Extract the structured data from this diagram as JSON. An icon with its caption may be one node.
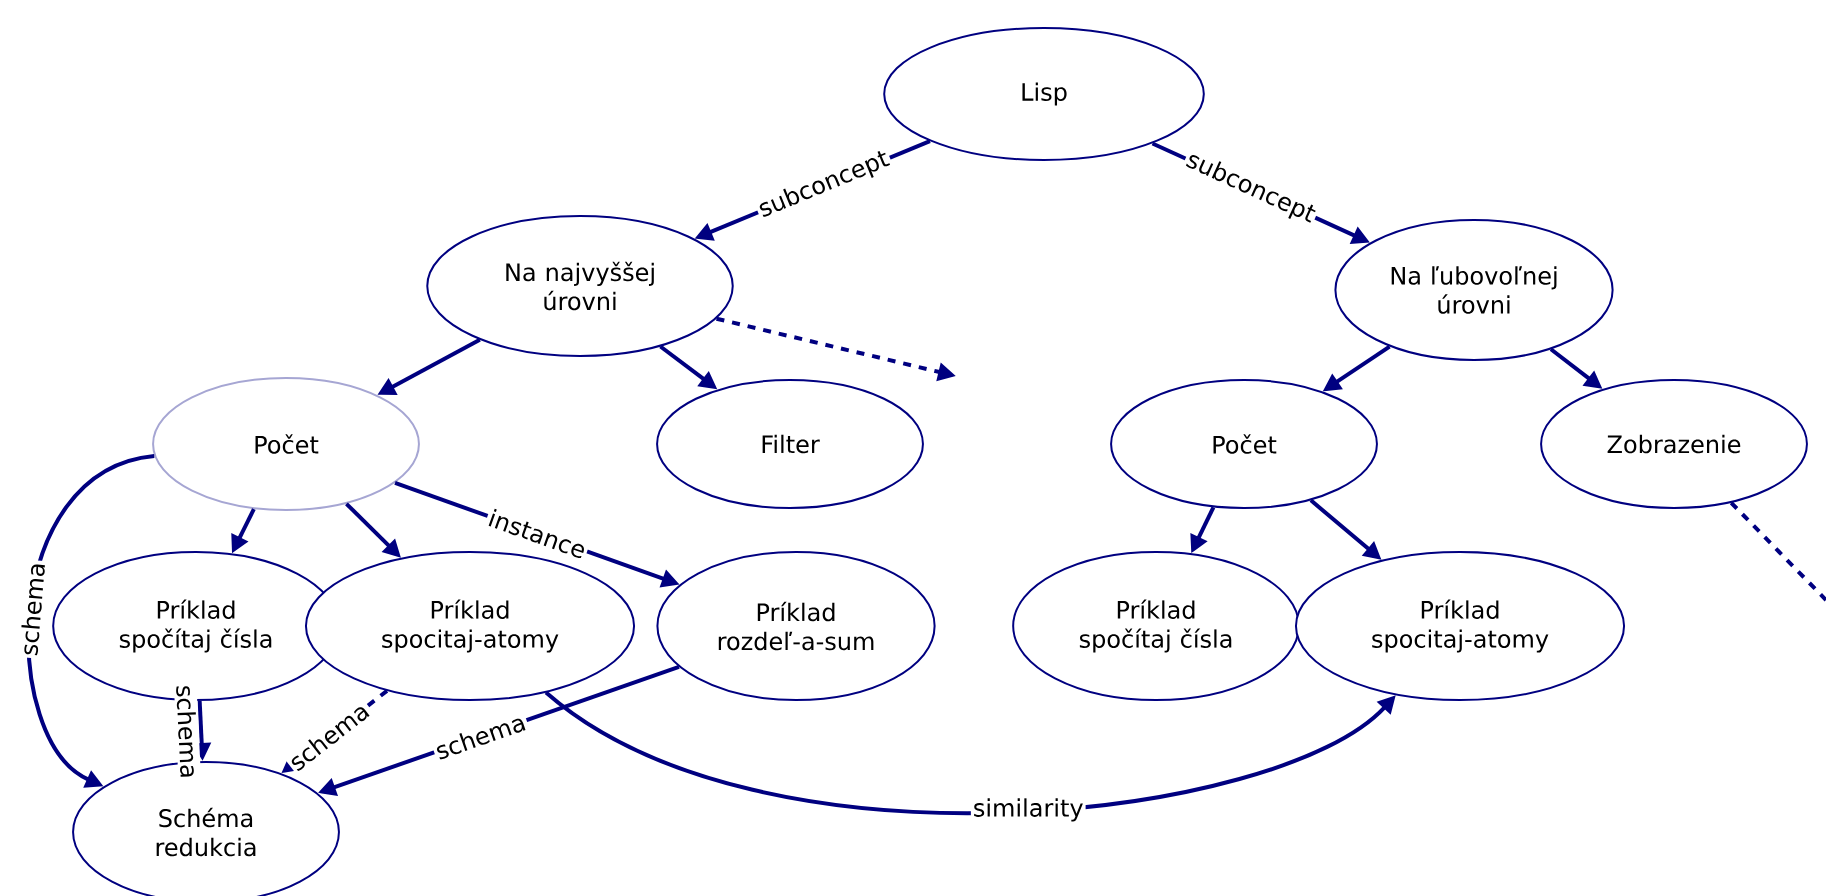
{
  "diagram": {
    "nodes": [
      {
        "text": [
          "Lisp"
        ]
      },
      {
        "text": [
          "Na najvyššej úrovni"
        ]
      },
      {
        "text": [
          "Na ľubovoľnej úrovni"
        ]
      },
      {
        "text": [
          "Počet"
        ]
      },
      {
        "text": [
          "Filter"
        ]
      },
      {
        "text": [
          "Počet"
        ]
      },
      {
        "text": [
          "Zobrazenie"
        ]
      },
      {
        "text": [
          "Príklad spočítaj čísla"
        ]
      },
      {
        "text": [
          "Príklad spocitaj-atomy"
        ]
      },
      {
        "text": [
          "Príklad rozdeľ-a-sum"
        ]
      },
      {
        "text": [
          "Príklad spočítaj čísla"
        ]
      },
      {
        "text": [
          "Príklad spocitaj-atomy"
        ]
      },
      {
        "text": [
          "Schéma redukcia"
        ]
      }
    ],
    "edges": [
      {
        "from": 0,
        "to": 1,
        "arrow": "to",
        "label": "subconcept"
      },
      {
        "from": 0,
        "to": 2,
        "arrow": "to",
        "label": "subconcept"
      },
      {
        "from": 1,
        "to": 3,
        "arrow": "to"
      },
      {
        "from": 1,
        "to": 4,
        "arrow": "to"
      },
      {
        "from": 1,
        "to": null,
        "arrow": "to",
        "style": "dashed"
      },
      {
        "from": 2,
        "to": 5,
        "arrow": "to"
      },
      {
        "from": 2,
        "to": 6,
        "arrow": "to"
      },
      {
        "from": 6,
        "to": null,
        "arrow": "none",
        "style": "dashed"
      },
      {
        "from": 3,
        "to": 7,
        "arrow": "to"
      },
      {
        "from": 3,
        "to": 8,
        "arrow": "to"
      },
      {
        "from": 3,
        "to": 9,
        "arrow": "to",
        "label": "instance"
      },
      {
        "from": 3,
        "to": 12,
        "arrow": "to",
        "label": "schema"
      },
      {
        "from": 7,
        "to": 12,
        "arrow": "to",
        "label": "schema"
      },
      {
        "from": 8,
        "to": 12,
        "arrow": "to",
        "label": "schema",
        "style": "dashed"
      },
      {
        "from": 9,
        "to": 12,
        "arrow": "to",
        "label": "schema"
      },
      {
        "from": 5,
        "to": 10,
        "arrow": "to"
      },
      {
        "from": 5,
        "to": 11,
        "arrow": "to"
      },
      {
        "from": 8,
        "to": 11,
        "arrow": "to",
        "label": "similarity"
      }
    ]
  }
}
